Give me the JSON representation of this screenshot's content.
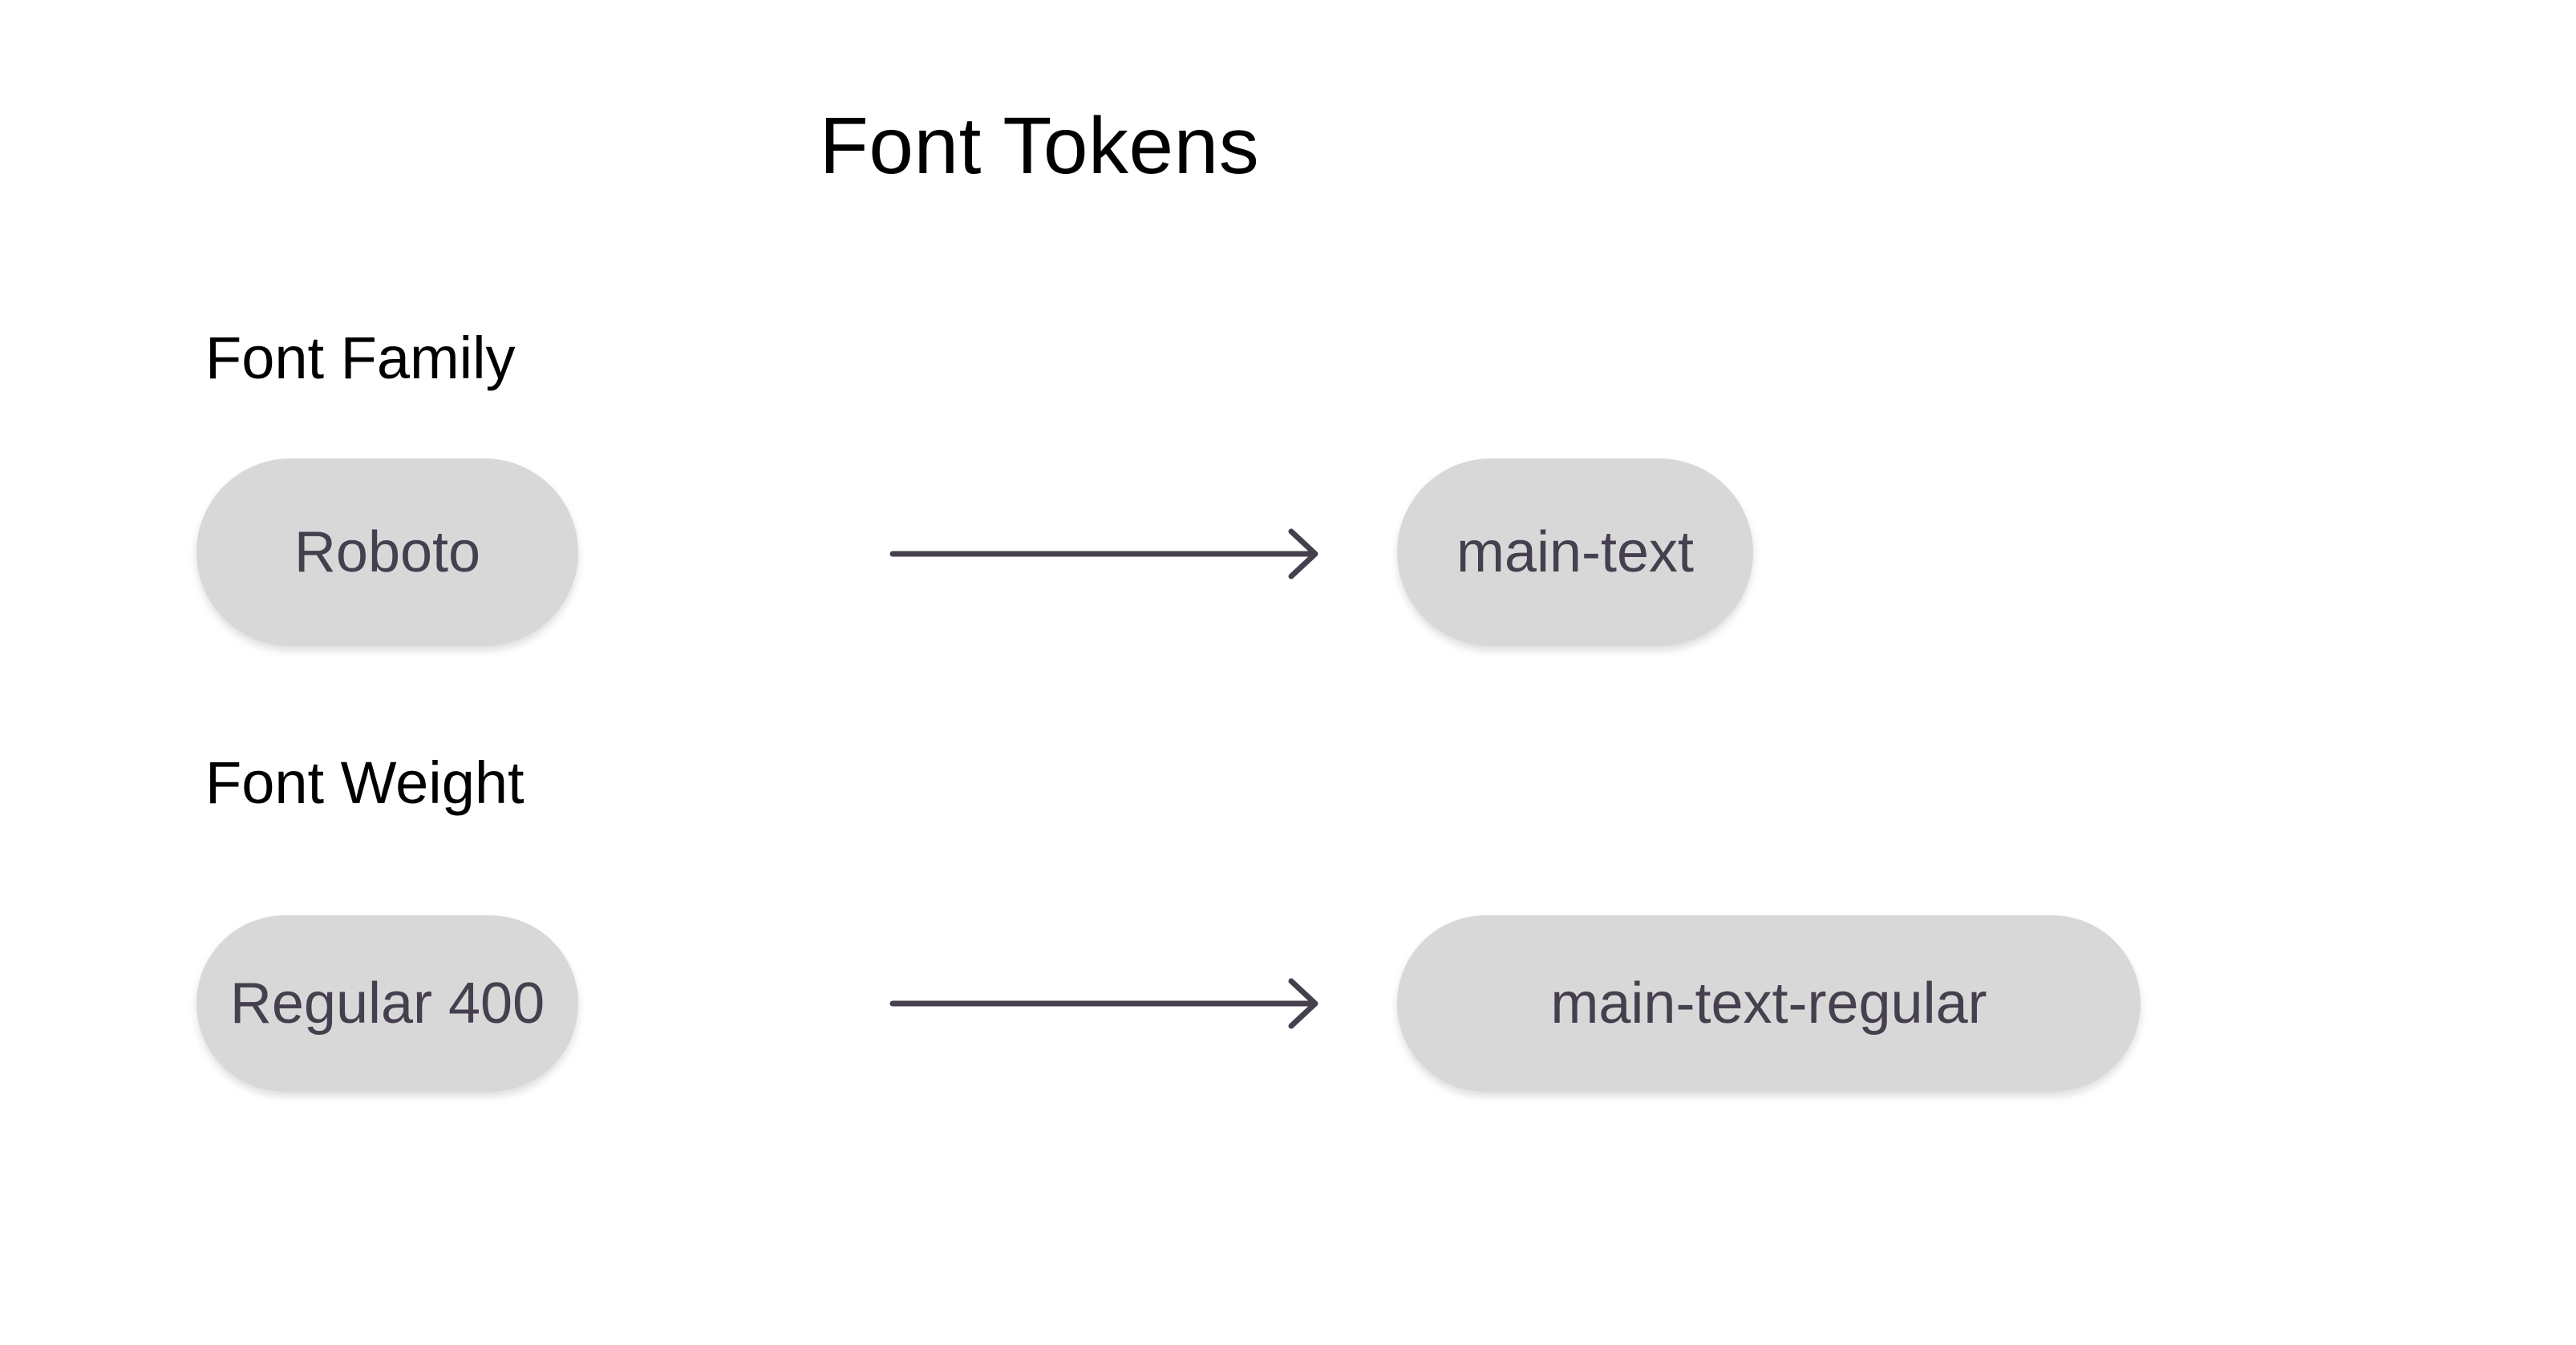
{
  "page": {
    "title": "Font Tokens",
    "background_color": "#ffffff"
  },
  "theme": {
    "pill_fill": "#d8d8d8",
    "pill_text_color": "#453f4e",
    "arrow_color": "#453f4e",
    "label_color": "#000000",
    "title_color": "#000000"
  },
  "groups": [
    {
      "label": "Font Family",
      "source": {
        "value": "Roboto",
        "icon": "pill-badge"
      },
      "arrow": {
        "icon": "arrow-right-icon",
        "direction": "right"
      },
      "target": {
        "value": "main-text",
        "icon": "pill-badge"
      }
    },
    {
      "label": "Font Weight",
      "source": {
        "value": "Regular 400",
        "icon": "pill-badge"
      },
      "arrow": {
        "icon": "arrow-right-icon",
        "direction": "right"
      },
      "target": {
        "value": "main-text-regular",
        "icon": "pill-badge"
      }
    }
  ]
}
